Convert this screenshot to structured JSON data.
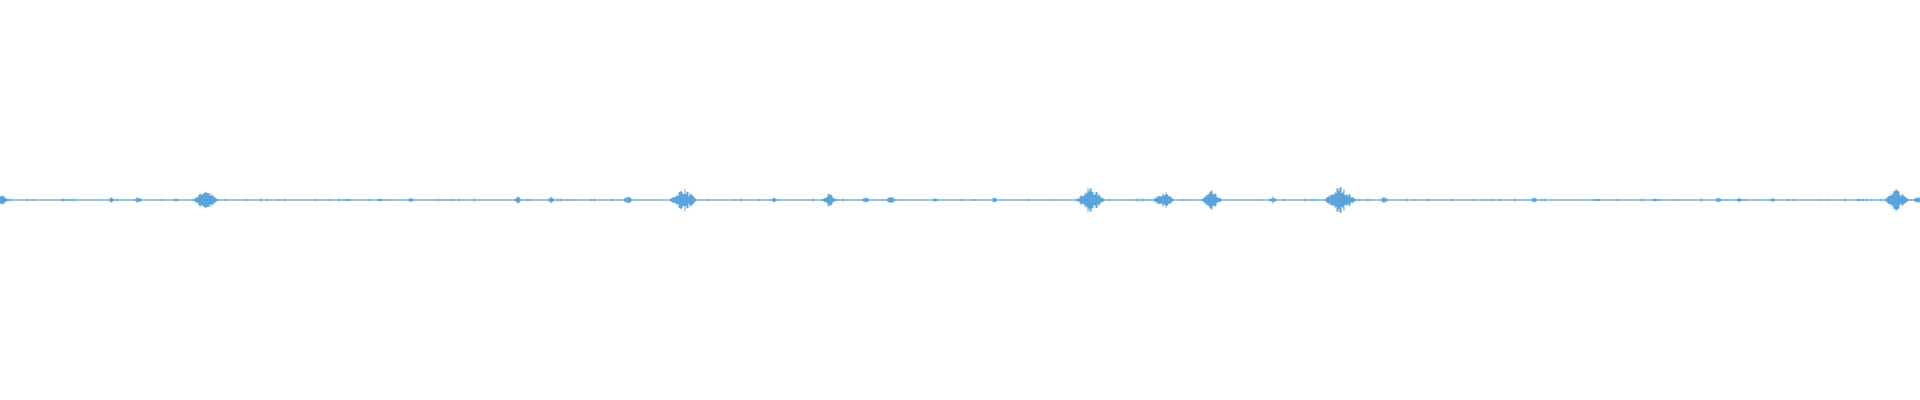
{
  "waveform": {
    "color": "#5aa4db",
    "background": "#ffffff",
    "baseline_level": 0.0,
    "bursts": [
      {
        "position": 0.001,
        "amplitude": 0.06
      },
      {
        "position": 0.033,
        "amplitude": 0.02
      },
      {
        "position": 0.058,
        "amplitude": 0.03
      },
      {
        "position": 0.072,
        "amplitude": 0.04
      },
      {
        "position": 0.092,
        "amplitude": 0.02
      },
      {
        "position": 0.107,
        "amplitude": 0.12
      },
      {
        "position": 0.181,
        "amplitude": 0.02
      },
      {
        "position": 0.198,
        "amplitude": 0.02
      },
      {
        "position": 0.214,
        "amplitude": 0.03
      },
      {
        "position": 0.27,
        "amplitude": 0.04
      },
      {
        "position": 0.287,
        "amplitude": 0.04
      },
      {
        "position": 0.327,
        "amplitude": 0.05
      },
      {
        "position": 0.356,
        "amplitude": 0.13
      },
      {
        "position": 0.403,
        "amplitude": 0.03
      },
      {
        "position": 0.432,
        "amplitude": 0.07
      },
      {
        "position": 0.451,
        "amplitude": 0.04
      },
      {
        "position": 0.464,
        "amplitude": 0.05
      },
      {
        "position": 0.487,
        "amplitude": 0.02
      },
      {
        "position": 0.518,
        "amplitude": 0.03
      },
      {
        "position": 0.568,
        "amplitude": 0.14
      },
      {
        "position": 0.606,
        "amplitude": 0.1
      },
      {
        "position": 0.631,
        "amplitude": 0.1
      },
      {
        "position": 0.663,
        "amplitude": 0.04
      },
      {
        "position": 0.698,
        "amplitude": 0.15
      },
      {
        "position": 0.721,
        "amplitude": 0.04
      },
      {
        "position": 0.799,
        "amplitude": 0.03
      },
      {
        "position": 0.832,
        "amplitude": 0.02
      },
      {
        "position": 0.862,
        "amplitude": 0.02
      },
      {
        "position": 0.895,
        "amplitude": 0.03
      },
      {
        "position": 0.906,
        "amplitude": 0.03
      },
      {
        "position": 0.923,
        "amplitude": 0.02
      },
      {
        "position": 0.968,
        "amplitude": 0.02
      },
      {
        "position": 0.988,
        "amplitude": 0.12
      },
      {
        "position": 0.999,
        "amplitude": 0.05
      }
    ]
  }
}
